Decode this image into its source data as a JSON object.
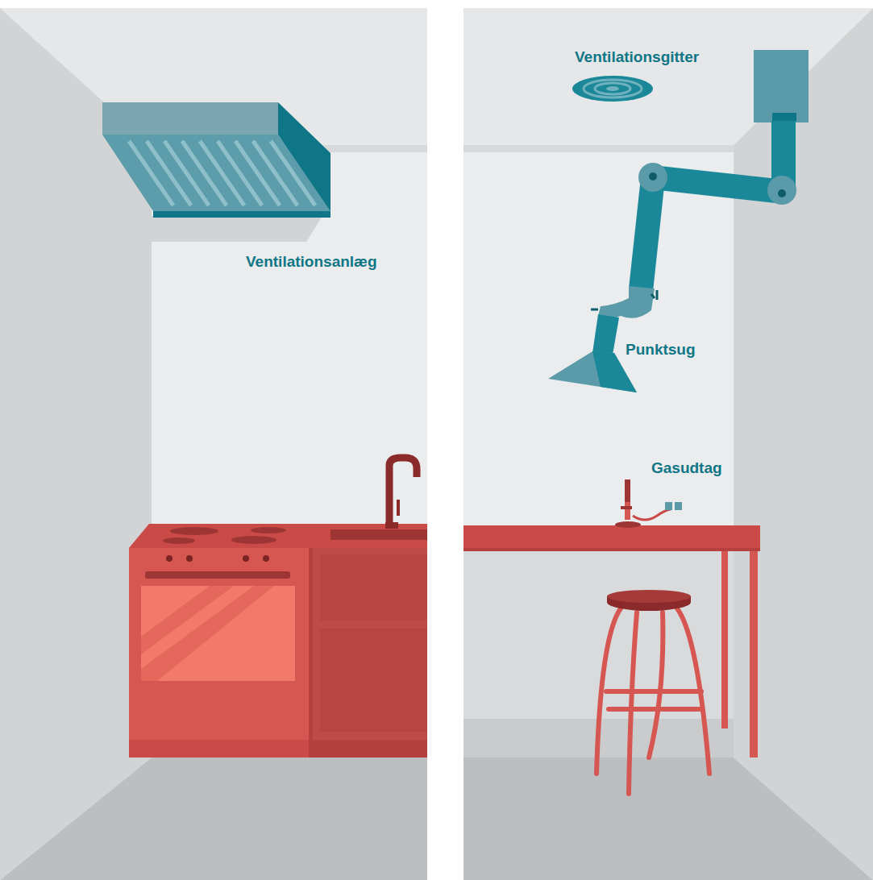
{
  "diagram": {
    "labels": [
      "Ventilationsanlæg",
      "Ventilationsgitter",
      "Punktsug",
      "Gasudtag"
    ]
  }
}
